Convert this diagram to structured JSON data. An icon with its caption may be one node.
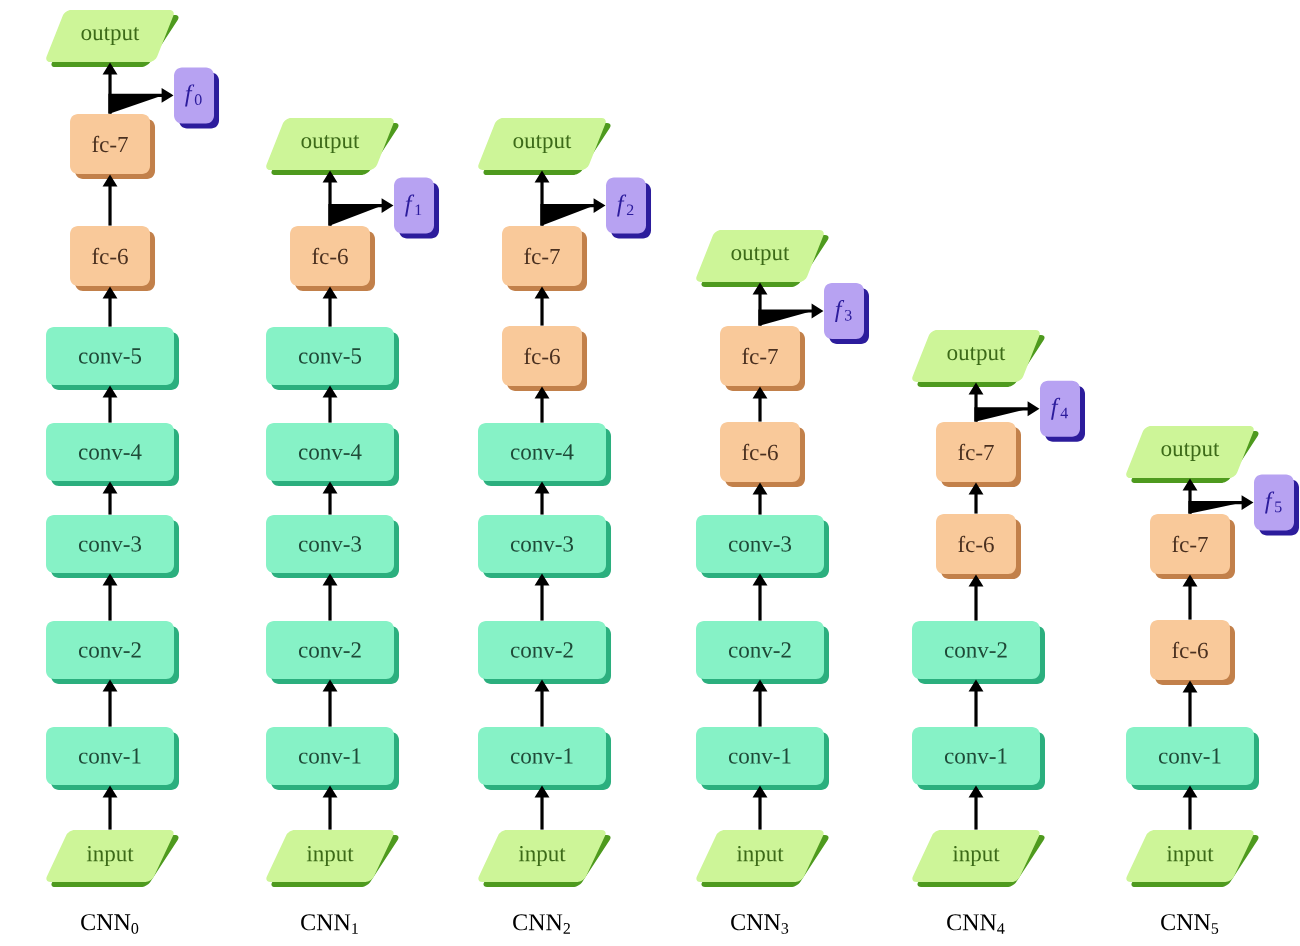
{
  "diagram": {
    "nodes": [
      {
        "text": [
          "output"
        ]
      },
      {
        "text": [
          "*f*$_{0}$"
        ]
      },
      {
        "text": [
          "fc-7"
        ]
      },
      {
        "text": [
          "fc-6"
        ]
      },
      {
        "text": [
          "conv-5"
        ]
      },
      {
        "text": [
          "conv-4"
        ]
      },
      {
        "text": [
          "conv-3"
        ]
      },
      {
        "text": [
          "conv-2"
        ]
      },
      {
        "text": [
          "conv-1"
        ]
      },
      {
        "text": [
          "input"
        ]
      },
      {
        "text": [
          "output"
        ]
      },
      {
        "text": [
          "*f*$_{1}$"
        ]
      },
      {
        "text": [
          "fc-6"
        ]
      },
      {
        "text": [
          "conv-5"
        ]
      },
      {
        "text": [
          "conv-4"
        ]
      },
      {
        "text": [
          "conv-3"
        ]
      },
      {
        "text": [
          "conv-2"
        ]
      },
      {
        "text": [
          "conv-1"
        ]
      },
      {
        "text": [
          "input"
        ]
      },
      {
        "text": [
          "output"
        ]
      },
      {
        "text": [
          "*f*$_{2}$"
        ]
      },
      {
        "text": [
          "fc-7"
        ]
      },
      {
        "text": [
          "fc-6"
        ]
      },
      {
        "text": [
          "conv-4"
        ]
      },
      {
        "text": [
          "conv-3"
        ]
      },
      {
        "text": [
          "conv-2"
        ]
      },
      {
        "text": [
          "conv-1"
        ]
      },
      {
        "text": [
          "input"
        ]
      },
      {
        "text": [
          "output"
        ]
      },
      {
        "text": [
          "*f*$_{3}$"
        ]
      },
      {
        "text": [
          "fc-7"
        ]
      },
      {
        "text": [
          "fc-6"
        ]
      },
      {
        "text": [
          "conv-3"
        ]
      },
      {
        "text": [
          "conv-2"
        ]
      },
      {
        "text": [
          "conv-1"
        ]
      },
      {
        "text": [
          "input"
        ]
      },
      {
        "text": [
          "output"
        ]
      },
      {
        "text": [
          "*f*$_{4}$"
        ]
      },
      {
        "text": [
          "fc-7"
        ]
      },
      {
        "text": [
          "fc-6"
        ]
      },
      {
        "text": [
          "conv-2"
        ]
      },
      {
        "text": [
          "conv-1"
        ]
      },
      {
        "text": [
          "input"
        ]
      },
      {
        "text": [
          "output"
        ]
      },
      {
        "text": [
          "*f*$_{5}$"
        ]
      },
      {
        "text": [
          "fc-7"
        ]
      },
      {
        "text": [
          "fc-6"
        ]
      },
      {
        "text": [
          "conv-1"
        ]
      },
      {
        "text": [
          "input"
        ]
      }
    ],
    "edges": [
      {
        "from": 9,
        "to": 8,
        "arrow": "to"
      },
      {
        "from": 8,
        "to": 7,
        "arrow": "to"
      },
      {
        "from": 7,
        "to": 6,
        "arrow": "to"
      },
      {
        "from": 6,
        "to": 5,
        "arrow": "to"
      },
      {
        "from": 5,
        "to": 4,
        "arrow": "to"
      },
      {
        "from": 4,
        "to": 3,
        "arrow": "to"
      },
      {
        "from": 3,
        "to": 2,
        "arrow": "to"
      },
      {
        "from": 2,
        "to": 0,
        "arrow": "to"
      },
      {
        "from": 2,
        "to": 1,
        "arrow": "to"
      },
      {
        "from": 18,
        "to": 17,
        "arrow": "to"
      },
      {
        "from": 17,
        "to": 16,
        "arrow": "to"
      },
      {
        "from": 16,
        "to": 15,
        "arrow": "to"
      },
      {
        "from": 15,
        "to": 14,
        "arrow": "to"
      },
      {
        "from": 14,
        "to": 13,
        "arrow": "to"
      },
      {
        "from": 13,
        "to": 12,
        "arrow": "to"
      },
      {
        "from": 12,
        "to": 10,
        "arrow": "to"
      },
      {
        "from": 12,
        "to": 11,
        "arrow": "to"
      },
      {
        "from": 27,
        "to": 26,
        "arrow": "to"
      },
      {
        "from": 26,
        "to": 25,
        "arrow": "to"
      },
      {
        "from": 25,
        "to": 24,
        "arrow": "to"
      },
      {
        "from": 24,
        "to": 23,
        "arrow": "to"
      },
      {
        "from": 23,
        "to": 22,
        "arrow": "to"
      },
      {
        "from": 22,
        "to": 21,
        "arrow": "to"
      },
      {
        "from": 21,
        "to": 19,
        "arrow": "to"
      },
      {
        "from": 21,
        "to": 20,
        "arrow": "to"
      },
      {
        "from": 35,
        "to": 34,
        "arrow": "to"
      },
      {
        "from": 34,
        "to": 33,
        "arrow": "to"
      },
      {
        "from": 33,
        "to": 32,
        "arrow": "to"
      },
      {
        "from": 32,
        "to": 31,
        "arrow": "to"
      },
      {
        "from": 31,
        "to": 30,
        "arrow": "to"
      },
      {
        "from": 30,
        "to": 28,
        "arrow": "to"
      },
      {
        "from": 30,
        "to": 29,
        "arrow": "to"
      },
      {
        "from": 42,
        "to": 41,
        "arrow": "to"
      },
      {
        "from": 41,
        "to": 40,
        "arrow": "to"
      },
      {
        "from": 40,
        "to": 39,
        "arrow": "to"
      },
      {
        "from": 39,
        "to": 38,
        "arrow": "to"
      },
      {
        "from": 38,
        "to": 36,
        "arrow": "to"
      },
      {
        "from": 38,
        "to": 37,
        "arrow": "to"
      },
      {
        "from": 48,
        "to": 47,
        "arrow": "to"
      },
      {
        "from": 47,
        "to": 46,
        "arrow": "to"
      },
      {
        "from": 46,
        "to": 45,
        "arrow": "to"
      },
      {
        "from": 45,
        "to": 43,
        "arrow": "to"
      },
      {
        "from": 45,
        "to": 44,
        "arrow": "to"
      }
    ],
    "labels": [
      "CNN$_{0}$",
      "CNN$_{1}$",
      "CNN$_{2}$",
      "CNN$_{3}$",
      "CNN$_{4}$",
      "CNN$_{5}$"
    ]
  }
}
